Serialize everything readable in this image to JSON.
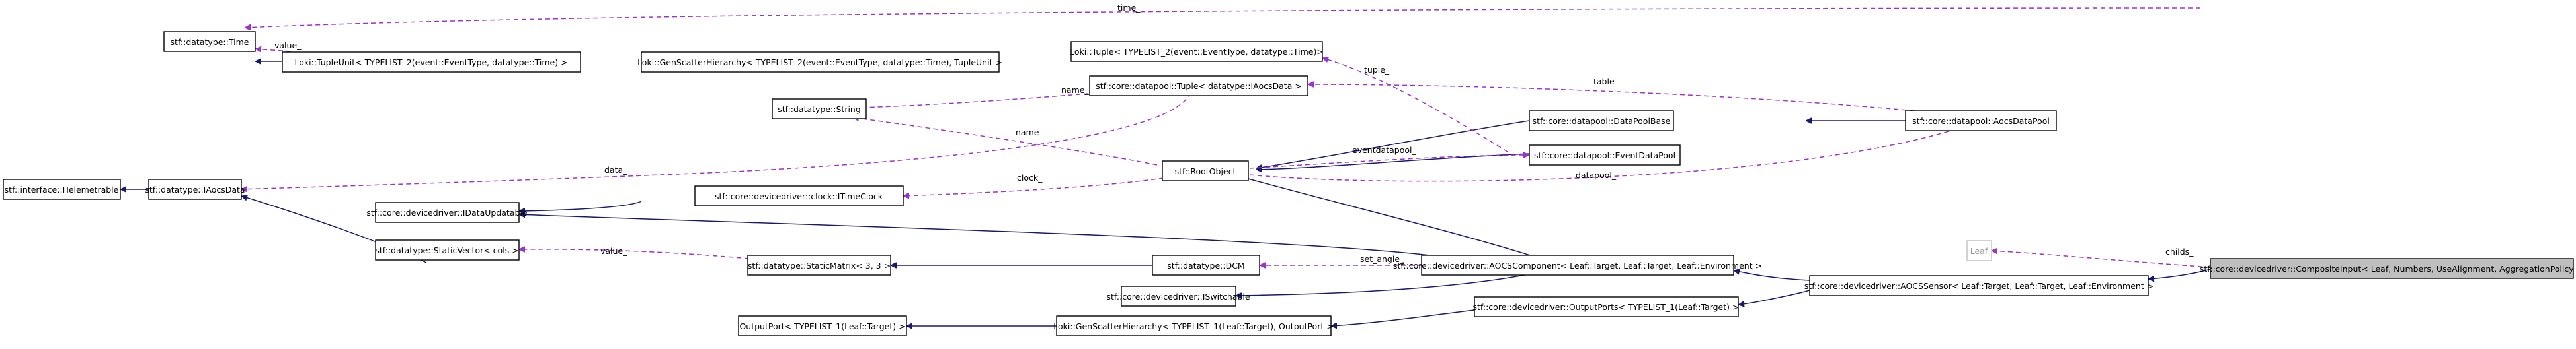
{
  "nodes": {
    "time": "stf::datatype::Time",
    "tupleunit": "Loki::TupleUnit< TYPELIST_2(event::EventType, datatype::Time) >",
    "genscatter_tuple": "Loki::GenScatterHierarchy< TYPELIST_2(event::EventType, datatype::Time), TupleUnit >",
    "loki_tuple": "Loki::Tuple< TYPELIST_2(event::EventType, datatype::Time)>",
    "dp_tuple": "stf::core::datapool::Tuple< datatype::IAocsData >",
    "string": "stf::datatype::String",
    "dp_base": "stf::core::datapool::DataPoolBase",
    "aocs_dp": "stf::core::datapool::AocsDataPool",
    "rootobject": "stf::RootObject",
    "event_dp": "stf::core::datapool::EventDataPool",
    "itelemetrable": "stf::interface::ITelemetrable",
    "iaocsdata": "stf::datatype::IAocsData",
    "itimeclock": "stf::core::devicedriver::clock::ITimeClock",
    "idataupdatable": "stf::core::devicedriver::IDataUpdatable",
    "staticvector": "stf::datatype::StaticVector< cols >",
    "staticmatrix": "stf::datatype::StaticMatrix< 3, 3 >",
    "dcm": "stf::datatype::DCM",
    "aocscomponent": "stf::core::devicedriver::AOCSComponent< Leaf::Target, Leaf::Target, Leaf::Environment >",
    "iswitchable": "stf::core::devicedriver::ISwitchable",
    "outputports": "stf::core::devicedriver::OutputPorts< TYPELIST_1(Leaf::Target) >",
    "aocssensor": "stf::core::devicedriver::AOCSSensor< Leaf::Target, Leaf::Target, Leaf::Environment >",
    "leaf": "Leaf",
    "compositeinput": "stf::core::devicedriver::CompositeInput< Leaf, Numbers, UseAlignment, AggregationPolicy >",
    "outputport": "OutputPort< TYPELIST_1(Leaf::Target) >",
    "genscatter_op": "Loki::GenScatterHierarchy< TYPELIST_1(Leaf::Target), OutputPort >"
  },
  "edge_labels": {
    "time_top": "time_",
    "value_time": "value_",
    "tuple": "tuple_",
    "table": "table_",
    "name1": "name_",
    "name2": "name_",
    "data": "data_",
    "clock": "clock_",
    "eventdatapool": "eventdatapool_",
    "datapool": "datapool_",
    "value_vec": "value_",
    "set_angle": "set_angle_",
    "childs": "childs_"
  },
  "colors": {
    "inheritance_edge": "#191970",
    "usage_edge": "#9a32cd",
    "focus_fill": "#bfbfbf"
  }
}
